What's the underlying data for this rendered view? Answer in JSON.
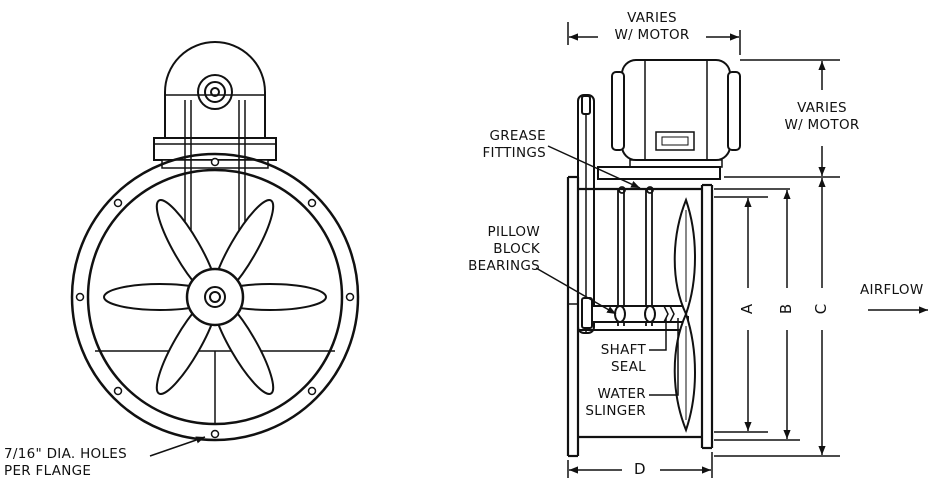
{
  "labels": {
    "varies_top_1": "VARIES",
    "varies_top_2": "W/ MOTOR",
    "varies_right_1": "VARIES",
    "varies_right_2": "W/ MOTOR",
    "grease_1": "GREASE",
    "grease_2": "FITTINGS",
    "pillow_1": "PILLOW",
    "pillow_2": "BLOCK",
    "pillow_3": "BEARINGS",
    "shaft_1": "SHAFT",
    "shaft_2": "SEAL",
    "water_1": "WATER",
    "water_2": "SLINGER",
    "holes_1": "7/16\" DIA. HOLES",
    "holes_2": "PER FLANGE",
    "airflow": "AIRFLOW",
    "dim_a": "A",
    "dim_b": "B",
    "dim_c": "C",
    "dim_d": "D"
  },
  "colors": {
    "line": "#111111",
    "background": "#ffffff"
  }
}
